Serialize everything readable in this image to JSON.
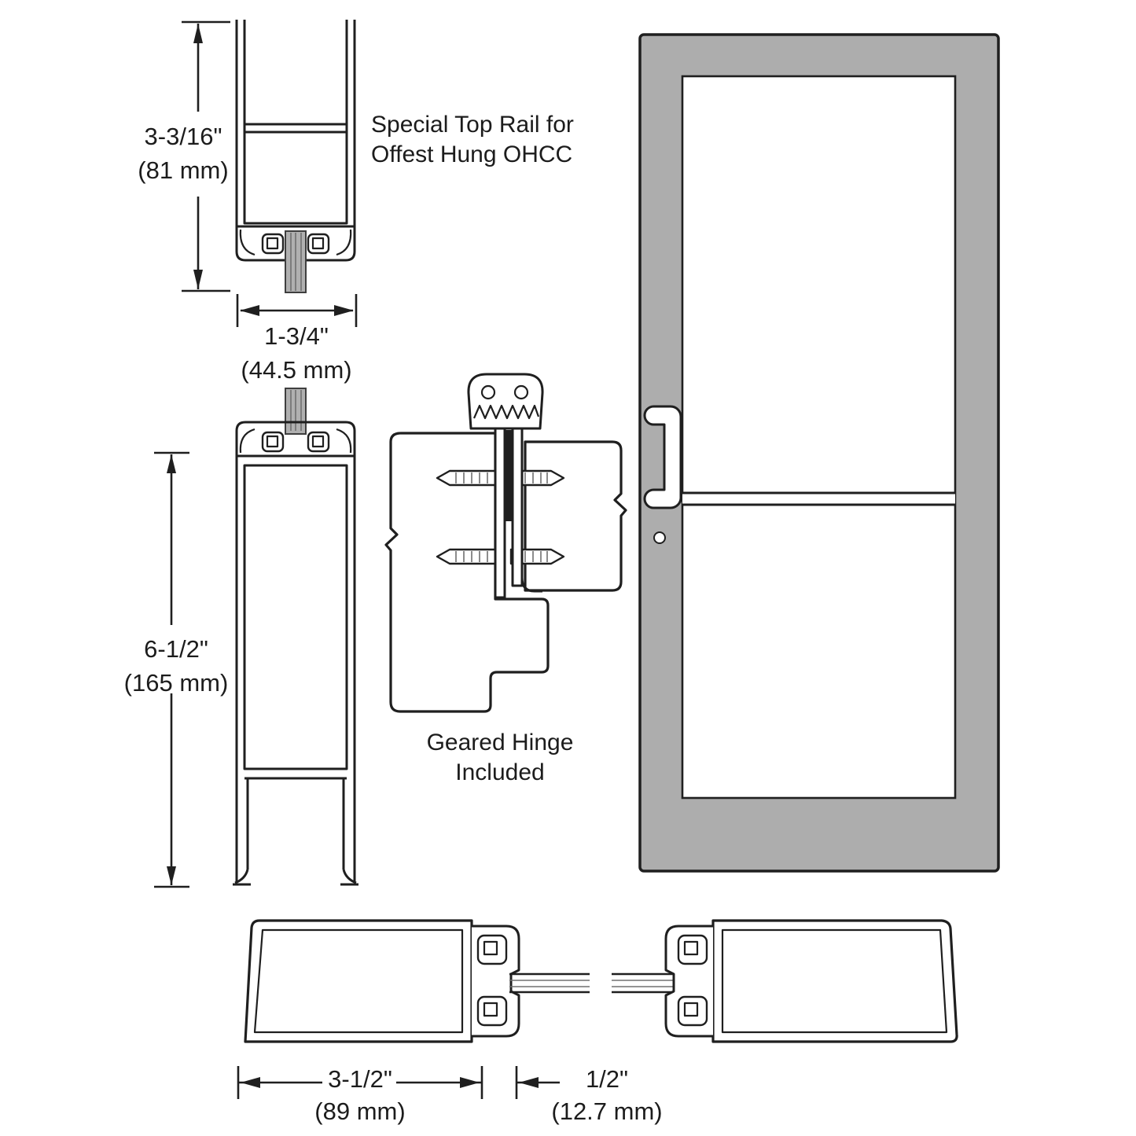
{
  "colors": {
    "door_fill": "#adadad",
    "line_color": "#1f1f1f",
    "glass_fill": "#b0b0b0"
  },
  "labels": {
    "top_rail_height": {
      "imperial": "3-3/16\"",
      "metric": "(81 mm)"
    },
    "top_rail_width": {
      "imperial": "1-3/4\"",
      "metric": "(44.5 mm)"
    },
    "bottom_rail_height": {
      "imperial": "6-1/2\"",
      "metric": "(165 mm)"
    },
    "stile_width": {
      "imperial": "3-1/2\"",
      "metric": "(89 mm)"
    },
    "glass_thickness": {
      "imperial": "1/2\"",
      "metric": "(12.7 mm)"
    },
    "top_rail_note_line1": "Special Top Rail for",
    "top_rail_note_line2": "Offest Hung OHCC",
    "hinge_note_line1": "Geared Hinge",
    "hinge_note_line2": "Included"
  }
}
